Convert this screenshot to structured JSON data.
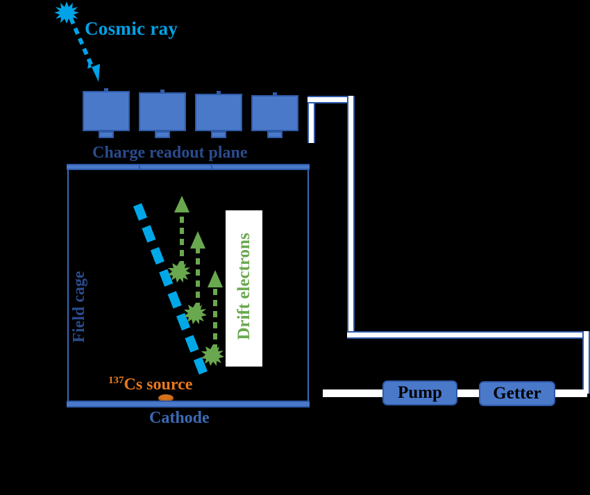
{
  "diagram": {
    "title": "Liquid argon TPC schematic with cosmic ray and gas recirculation",
    "colors": {
      "cyan": "#00a3e8",
      "blue_fill": "#4a79ca",
      "blue_stroke": "#2f5aa8",
      "navy_text": "#2a4b8d",
      "green": "#6aa84f",
      "orange": "#e8791e",
      "background": "#000000",
      "pipe_white": "#ffffff"
    }
  },
  "labels": {
    "cosmic_ray": "Cosmic ray",
    "charge_readout_plane": "Charge readout plane",
    "field_cage": "Field cage",
    "drift_electrons": "Drift electrons",
    "cathode": "Cathode",
    "cs_source_sup": "137",
    "cs_source_text": "Cs source"
  },
  "gas_system": {
    "pump_label": "Pump",
    "getter_label": "Getter"
  },
  "components": {
    "readout_modules_count": 4,
    "drift_arrows_count": 3,
    "ionization_bursts_count": 3,
    "cosmic_ray_burst": "starburst-icon",
    "source_marker": "cs137-source-pellet"
  }
}
